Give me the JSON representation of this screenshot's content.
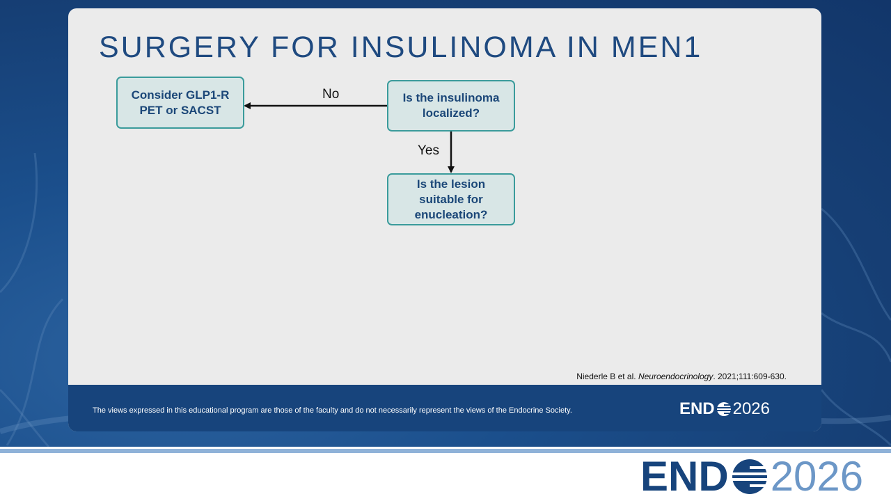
{
  "slide": {
    "title": "SURGERY FOR INSULINOMA IN MEN1",
    "flowchart": {
      "nodes": [
        {
          "id": "glp1r",
          "lines": [
            "Consider GLP1-R",
            "PET or SACST"
          ]
        },
        {
          "id": "localized",
          "lines": [
            "Is the insulinoma",
            "localized?"
          ]
        },
        {
          "id": "enucleation",
          "lines": [
            "Is the lesion",
            "suitable for",
            "enucleation?"
          ]
        }
      ],
      "edges": [
        {
          "from": "localized",
          "to": "glp1r",
          "label": "No"
        },
        {
          "from": "localized",
          "to": "enucleation",
          "label": "Yes"
        }
      ]
    },
    "citation": {
      "authors": "Niederle B et al. ",
      "journal": "Neuroendocrinology",
      "details": ". 2021;111:609-630."
    },
    "footer": {
      "disclaimer": "The views expressed in this educational program are those of the faculty and do not necessarily represent the views of the Endocrine Society.",
      "logo_word": "END",
      "logo_year": "2026"
    }
  },
  "bottom_banner": {
    "logo_word": "END",
    "logo_year": "2026"
  },
  "colors": {
    "background_blue": "#1b4f8c",
    "title_blue": "#1f4a80",
    "node_border": "#3a9b9b",
    "node_fill": "#d8e6e6",
    "stripe": "#8fb2d8"
  }
}
